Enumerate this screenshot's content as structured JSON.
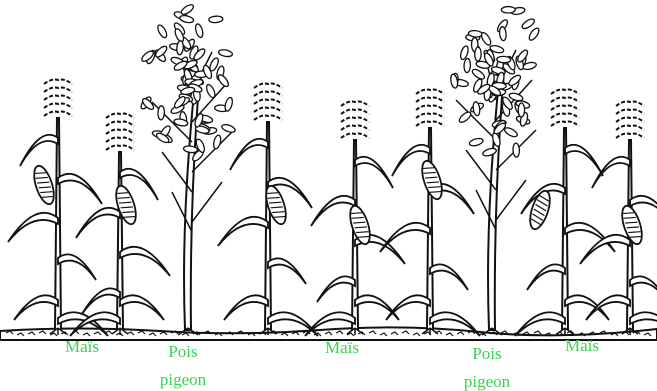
{
  "labels": {
    "mais_1": "Maïs",
    "pois_1_line1": "Pois",
    "pois_1_line2": "pigeon",
    "mais_2": "Maïs",
    "pois_2_line1": "Pois",
    "pois_2_line2": "pigeon",
    "mais_3": "Maïs"
  },
  "colors": {
    "label": "#39d353",
    "ink": "#111111",
    "background": "#ffffff"
  },
  "plants": [
    {
      "kind": "maize",
      "label_ref": "mais_1"
    },
    {
      "kind": "maize",
      "label_ref": "mais_1"
    },
    {
      "kind": "pigeon-pea",
      "label_ref": "pois_1"
    },
    {
      "kind": "maize",
      "label_ref": "mais_2"
    },
    {
      "kind": "maize",
      "label_ref": "mais_2"
    },
    {
      "kind": "maize",
      "label_ref": "mais_2"
    },
    {
      "kind": "pigeon-pea",
      "label_ref": "pois_2"
    },
    {
      "kind": "maize",
      "label_ref": "mais_3"
    },
    {
      "kind": "maize",
      "label_ref": "mais_3"
    }
  ]
}
